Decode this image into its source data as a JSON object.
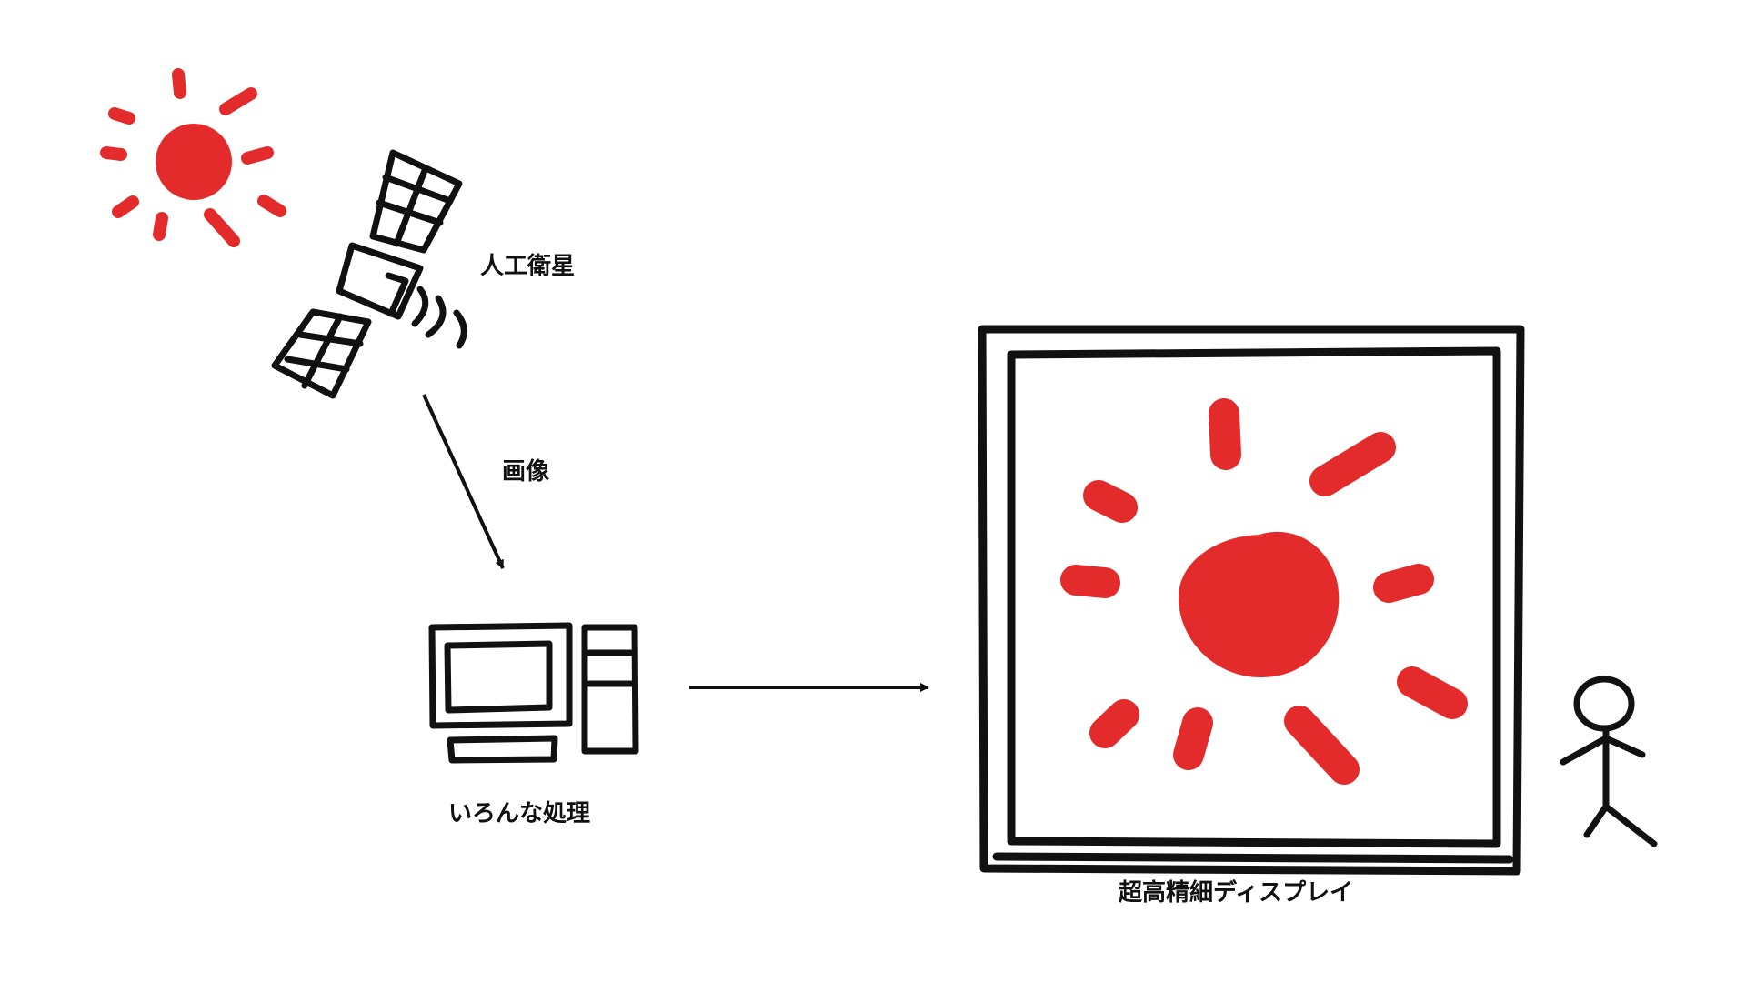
{
  "colors": {
    "ink": "#111111",
    "sun": "#e32b2b",
    "background": "#ffffff"
  },
  "labels": {
    "satellite": "人工衛星",
    "image": "画像",
    "processing": "いろんな処理",
    "display": "超高精細ディスプレイ"
  },
  "icons": {
    "sun_small": "sun-icon",
    "satellite": "satellite-icon",
    "computer": "computer-icon",
    "display": "display-icon",
    "sun_on_display": "sun-icon",
    "person": "stick-figure-icon"
  }
}
